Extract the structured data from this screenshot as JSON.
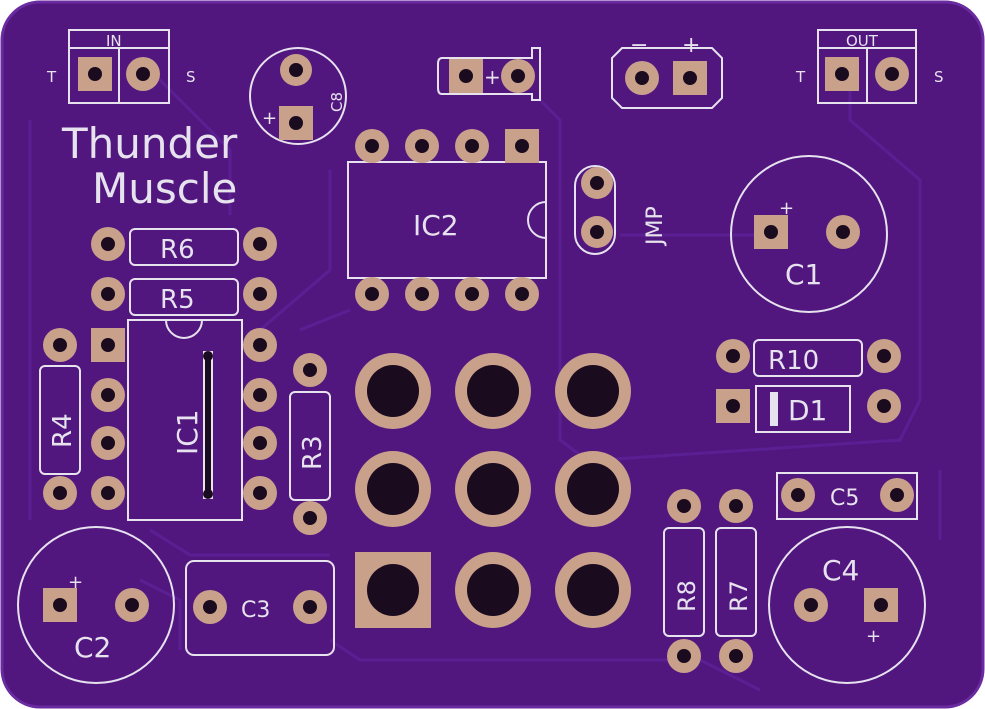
{
  "board": {
    "title_line1": "Thunder",
    "title_line2": "Muscle",
    "colors": {
      "soldermask": "#52177f",
      "soldermask_edge": "#6a2aa0",
      "silkscreen": "#e6e2ee",
      "copper_pad": "#c9a08a",
      "drill": "#1a0b1f"
    }
  },
  "connectors": {
    "in": {
      "label": "IN",
      "tip": "T",
      "sleeve": "S"
    },
    "out": {
      "label": "OUT",
      "tip": "T",
      "sleeve": "S"
    },
    "power": {
      "minus": "−",
      "plus": "+"
    },
    "led": {
      "plus": "+"
    },
    "jumper": {
      "label": "JMP"
    }
  },
  "components": {
    "ic1": "IC1",
    "ic2": "IC2",
    "r3": "R3",
    "r4": "R4",
    "r5": "R5",
    "r6": "R6",
    "r7": "R7",
    "r8": "R8",
    "r10": "R10",
    "c1": "C1",
    "c2": "C2",
    "c3": "C3",
    "c4": "C4",
    "c5": "C5",
    "c8": "C8",
    "d1": "D1",
    "plus": "+"
  }
}
